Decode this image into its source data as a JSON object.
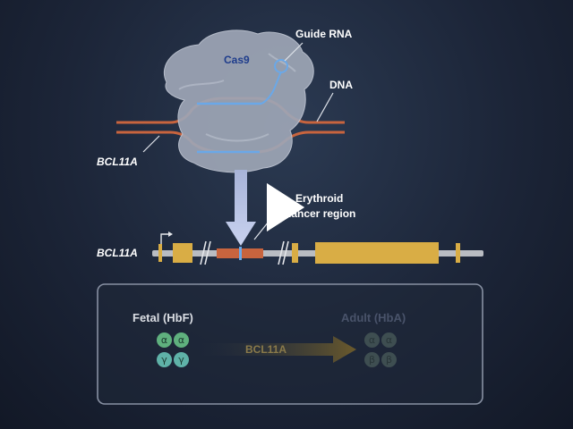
{
  "labels": {
    "cas9": "Cas9",
    "guide_rna": "Guide RNA",
    "dna": "DNA",
    "bcl11a_top": "BCL11A",
    "bcl11a_gene": "BCL11A",
    "enhancer_line1": "Erythroid",
    "enhancer_line2": "enhancer region"
  },
  "panel": {
    "fetal_label": "Fetal (HbF)",
    "adult_label": "Adult (HbA)",
    "arrow_label": "BCL11A",
    "fetal_subunits": [
      "α",
      "α",
      "γ",
      "γ"
    ],
    "adult_subunits": [
      "α",
      "α",
      "β",
      "β"
    ]
  },
  "colors": {
    "dna_strand": "#c8643e",
    "guide_rna": "#6aa8e8",
    "exon": "#d9ad45",
    "enhancer": "#c8643e",
    "cas9_body": "#9ea6b6",
    "arrow": "#a7b3d8"
  },
  "icons": {
    "play": "play-icon",
    "arrow": "down-arrow-icon"
  }
}
